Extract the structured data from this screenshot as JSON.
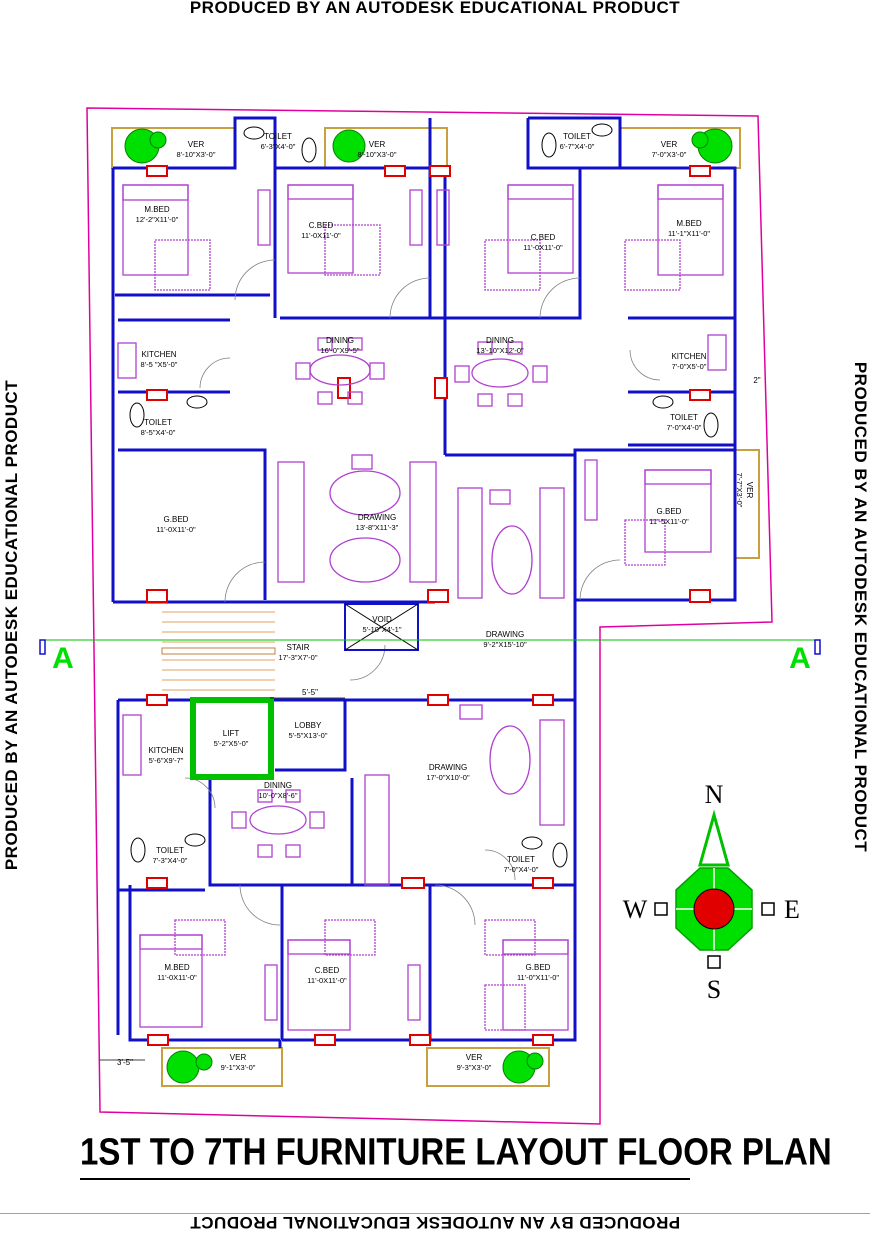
{
  "watermark": "PRODUCED BY AN AUTODESK EDUCATIONAL PRODUCT",
  "title": "1ST TO 7TH FURNITURE LAYOUT  FLOOR  PLAN",
  "section_marker": "A",
  "compass": {
    "north": "N",
    "south": "S",
    "east": "E",
    "west": "W"
  },
  "dimensions": {
    "lobby_width": "5'-5\"",
    "left_offset": "3'-5\"",
    "right_offset": "2\""
  },
  "rooms": [
    {
      "name": "VER",
      "size": "8'-10\"X3'-0\""
    },
    {
      "name": "TOILET",
      "size": "6'-3\"X4'-0\""
    },
    {
      "name": "VER",
      "size": "8'-10\"X3'-0\""
    },
    {
      "name": "TOILET",
      "size": "6'-7\"X4'-0\""
    },
    {
      "name": "VER",
      "size": "7'-0\"X3'-0\""
    },
    {
      "name": "M.BED",
      "size": "12'-2\"X11'-0\""
    },
    {
      "name": "C.BED",
      "size": "11'-0X11'-0\""
    },
    {
      "name": "C.BED",
      "size": "11'-0X11'-0\""
    },
    {
      "name": "M.BED",
      "size": "11'-1\"X11'-0\""
    },
    {
      "name": "KITCHEN",
      "size": "8'-5 \"X5'-0\""
    },
    {
      "name": "DINING",
      "size": "16'-0\"X9'-5\""
    },
    {
      "name": "DINING",
      "size": "13'-10\"X12'-0\""
    },
    {
      "name": "KITCHEN",
      "size": "7'-0\"X5'-0\""
    },
    {
      "name": "TOILET",
      "size": "8'-5\"X4'-0\""
    },
    {
      "name": "TOILET",
      "size": "7'-0\"X4'-0\""
    },
    {
      "name": "G.BED",
      "size": "11'-0X11'-0\""
    },
    {
      "name": "DRAWING",
      "size": "13'-8\"X11'-3\""
    },
    {
      "name": "G.BED",
      "size": "11'-5X11'-0\""
    },
    {
      "name": "VER",
      "size": "7'-7\"X3'-0\""
    },
    {
      "name": "VOID",
      "size": "5'-10\"X4'-1\""
    },
    {
      "name": "STAIR",
      "size": "17'-3\"X7'-0\""
    },
    {
      "name": "DRAWING",
      "size": "9'-2\"X15'-10\""
    },
    {
      "name": "LIFT",
      "size": "5'-2\"X5'-0\""
    },
    {
      "name": "LOBBY",
      "size": "5'-5\"X13'-0\""
    },
    {
      "name": "KITCHEN",
      "size": "5'-6\"X9'-7\""
    },
    {
      "name": "DRAWING",
      "size": "17'-0\"X10'-0\""
    },
    {
      "name": "DINING",
      "size": "10'-0\"X8'-6\""
    },
    {
      "name": "TOILET",
      "size": "7'-3\"X4'-0\""
    },
    {
      "name": "TOILET",
      "size": "7'-0\"X4'-0\""
    },
    {
      "name": "M.BED",
      "size": "11'-0X11'-0\""
    },
    {
      "name": "C.BED",
      "size": "11'-0X11'-0\""
    },
    {
      "name": "G.BED",
      "size": "11'-0\"X11'-0\""
    },
    {
      "name": "VER",
      "size": "9'-1\"X3'-0\""
    },
    {
      "name": "VER",
      "size": "9'-3\"X3'-0\""
    }
  ],
  "colors": {
    "walls": "#1010c8",
    "boundary": "#e000a0",
    "furniture": "#b040d0",
    "windows": "#e00000",
    "section_line": "#00c000",
    "compass": "#00e000"
  }
}
